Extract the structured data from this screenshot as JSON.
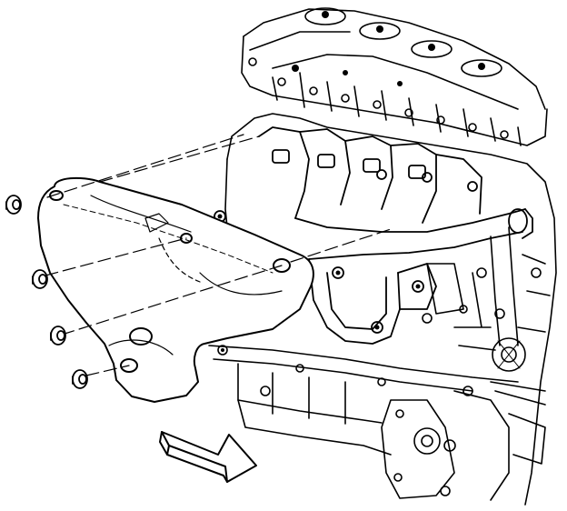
{
  "figure": {
    "kind": "technical line drawing",
    "subject_parts": [
      "engine-block",
      "cylinder-head",
      "valve-cover",
      "exhaust-manifold",
      "exhaust-manifold-heat-shield",
      "heat-shield-nut",
      "oil-pan",
      "direction-arrow"
    ],
    "nut_count": 4,
    "colors": {
      "ink": "#000000",
      "background": "#ffffff"
    }
  }
}
